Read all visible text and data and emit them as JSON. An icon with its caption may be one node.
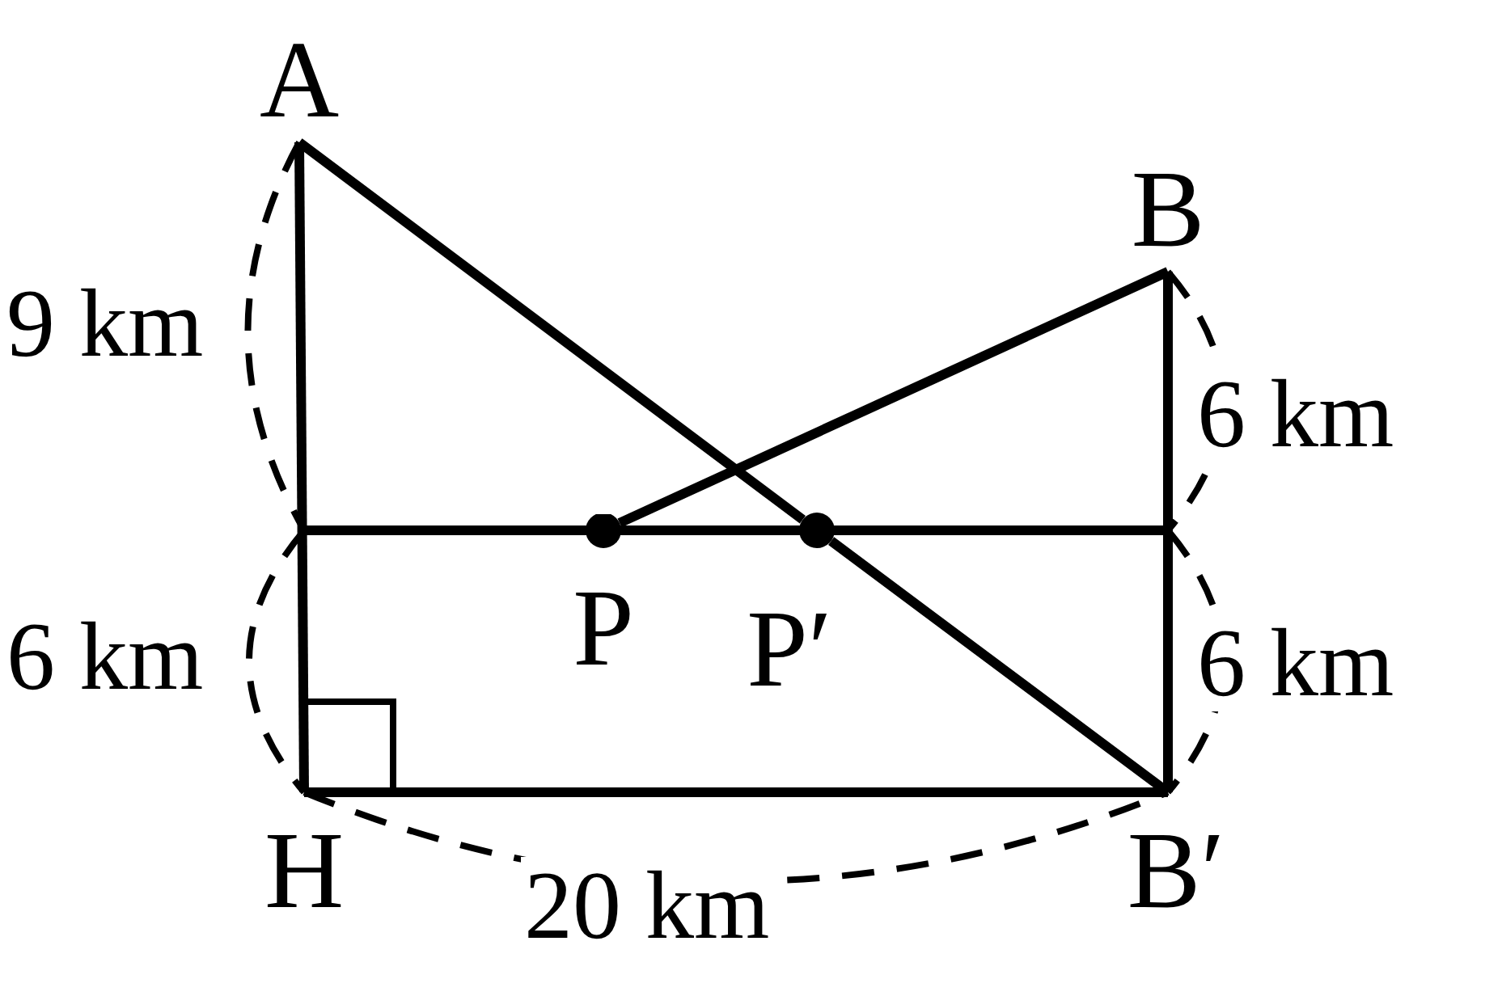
{
  "diagram": {
    "nodes": [
      {
        "text": [
          "A"
        ]
      },
      {
        "text": [
          "B"
        ]
      },
      {
        "text": [
          "P"
        ]
      },
      {
        "text": [
          "P′"
        ]
      },
      {
        "text": [
          "H"
        ]
      },
      {
        "text": [
          "B′"
        ]
      }
    ],
    "edges": [
      {
        "from": 0,
        "to": 4,
        "arrow": "none"
      },
      {
        "from": 0,
        "to": 3,
        "arrow": "none"
      },
      {
        "from": 3,
        "to": 5,
        "arrow": "none"
      },
      {
        "from": 1,
        "to": 2,
        "arrow": "none"
      },
      {
        "from": 1,
        "to": 5,
        "arrow": "none"
      },
      {
        "from": 4,
        "to": 5,
        "arrow": "none"
      }
    ],
    "labels": [
      "9 km",
      "6 km",
      "6 km",
      "6 km",
      "20 km"
    ]
  }
}
